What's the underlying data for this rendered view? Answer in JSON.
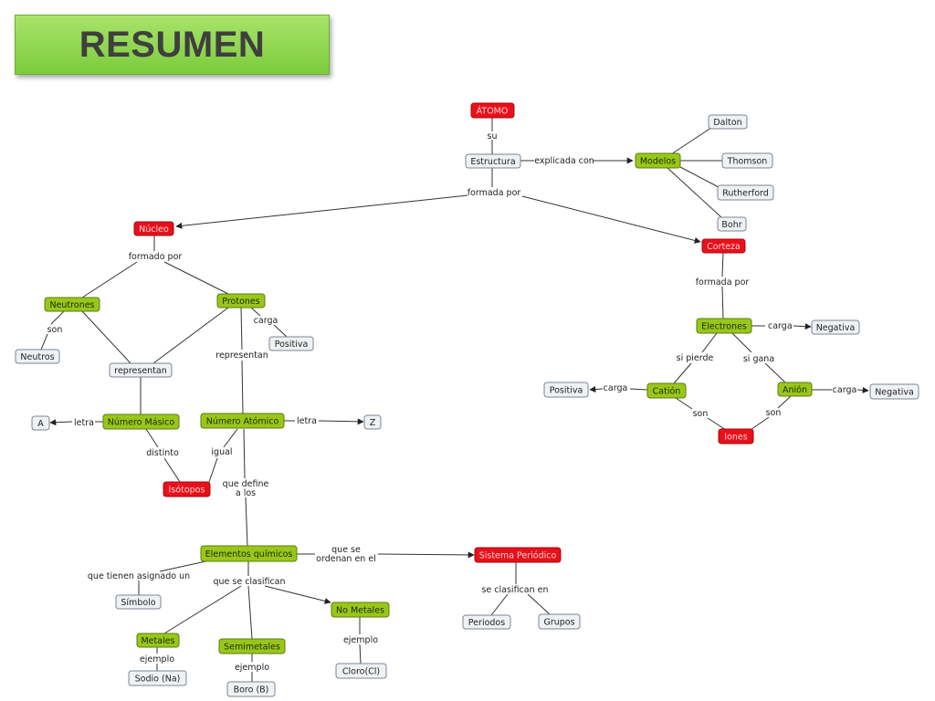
{
  "title": "RESUMEN",
  "colors": {
    "red": "#e8101a",
    "green": "#98c71a",
    "white": "#eef2f5",
    "banner": "#8fd64e"
  },
  "nodes": {
    "atomo": "ÁTOMO",
    "estructura": "Estructura",
    "modelos": "Modelos",
    "dalton": "Dalton",
    "thomson": "Thomson",
    "rutherford": "Rutherford",
    "bohr": "Bohr",
    "nucleo": "Núcleo",
    "corteza": "Corteza",
    "neutrones": "Neutrones",
    "protones": "Protones",
    "neutros": "Neutros",
    "positiva_p": "Positiva",
    "representan_box": "representan",
    "numero_masico": "Número Másico",
    "numero_atomico": "Número Atómico",
    "a": "A",
    "z": "Z",
    "isotopos": "Isótopos",
    "electrones": "Electrones",
    "negativa_e": "Negativa",
    "cation": "Catión",
    "anion": "Anión",
    "positiva_c": "Positiva",
    "negativa_a": "Negativa",
    "iones": "Iones",
    "elementos": "Elementos químicos",
    "sistema": "Sistema Periódico",
    "simbolo": "Símbolo",
    "metales": "Metales",
    "semimetales": "Semimetales",
    "no_metales": "No Metales",
    "sodio": "Sodio (Na)",
    "boro": "Boro (B)",
    "cloro": "Cloro(Cl)",
    "periodos": "Periodos",
    "grupos": "Grupos"
  },
  "labels": {
    "su": "su",
    "explicada_con": "explicada con",
    "formada_por_1": "formada por",
    "formado_por": "formado por",
    "formada_por_2": "formada por",
    "son_1": "son",
    "carga_p": "carga",
    "representan_line": "representan",
    "letra_a": "letra",
    "letra_z": "letra",
    "distinto": "distinto",
    "igual": "igual",
    "que_define_1": "que define",
    "que_define_2": "a los",
    "carga_e": "carga",
    "si_pierde": "si pierde",
    "si_gana": "si gana",
    "carga_c": "carga",
    "carga_a": "carga",
    "son_c": "son",
    "son_a": "son",
    "que_se_1": "que se",
    "que_se_2": "ordenan en el",
    "que_tienen": "que tienen asignado un",
    "que_se_clasifican": "que se clasifican",
    "ejemplo_m": "ejemplo",
    "ejemplo_s": "ejemplo",
    "ejemplo_n": "ejemplo",
    "se_clasifican_en": "se clasifican en"
  }
}
